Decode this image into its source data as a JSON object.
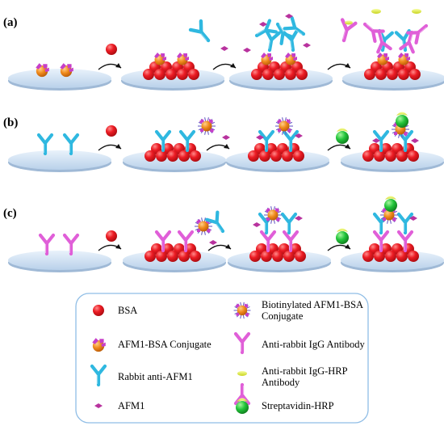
{
  "panels": [
    {
      "label": "(a)"
    },
    {
      "label": "(b)"
    },
    {
      "label": "(c)"
    }
  ],
  "legend": {
    "items": [
      {
        "icon": "bsa",
        "lines": [
          "BSA"
        ]
      },
      {
        "icon": "conjugate",
        "lines": [
          "AFM1-BSA Conjugate"
        ]
      },
      {
        "icon": "rabbit-antibody",
        "lines": [
          "Rabbit anti-AFM1"
        ]
      },
      {
        "icon": "afm1",
        "lines": [
          "AFM1"
        ]
      },
      {
        "icon": "biotinylated-conjugate",
        "lines": [
          "Biotinylated AFM1-BSA",
          "Conjugate"
        ]
      },
      {
        "icon": "anti-rabbit-igg",
        "lines": [
          "Anti-rabbit IgG Antibody"
        ]
      },
      {
        "icon": "anti-rabbit-igg-hrp",
        "lines": [
          "Anti-rabbit IgG-HRP",
          "Antibody"
        ]
      },
      {
        "icon": "streptavidin-hrp",
        "lines": [
          "Streptavidin-HRP"
        ]
      }
    ]
  },
  "colors": {
    "bsa": "#e8141b",
    "conjugate_core": "#f08a1c",
    "conjugate_tag": "#c63fc9",
    "rabbit_antibody": "#2fb8e0",
    "anti_rabbit_igg": "#e05fd8",
    "hrp_cap": "#e6f04a",
    "streptavidin": "#22c43a",
    "afm1": "#b8329e",
    "plate": "#d7e7f6",
    "legend_border": "#8fbde6"
  }
}
